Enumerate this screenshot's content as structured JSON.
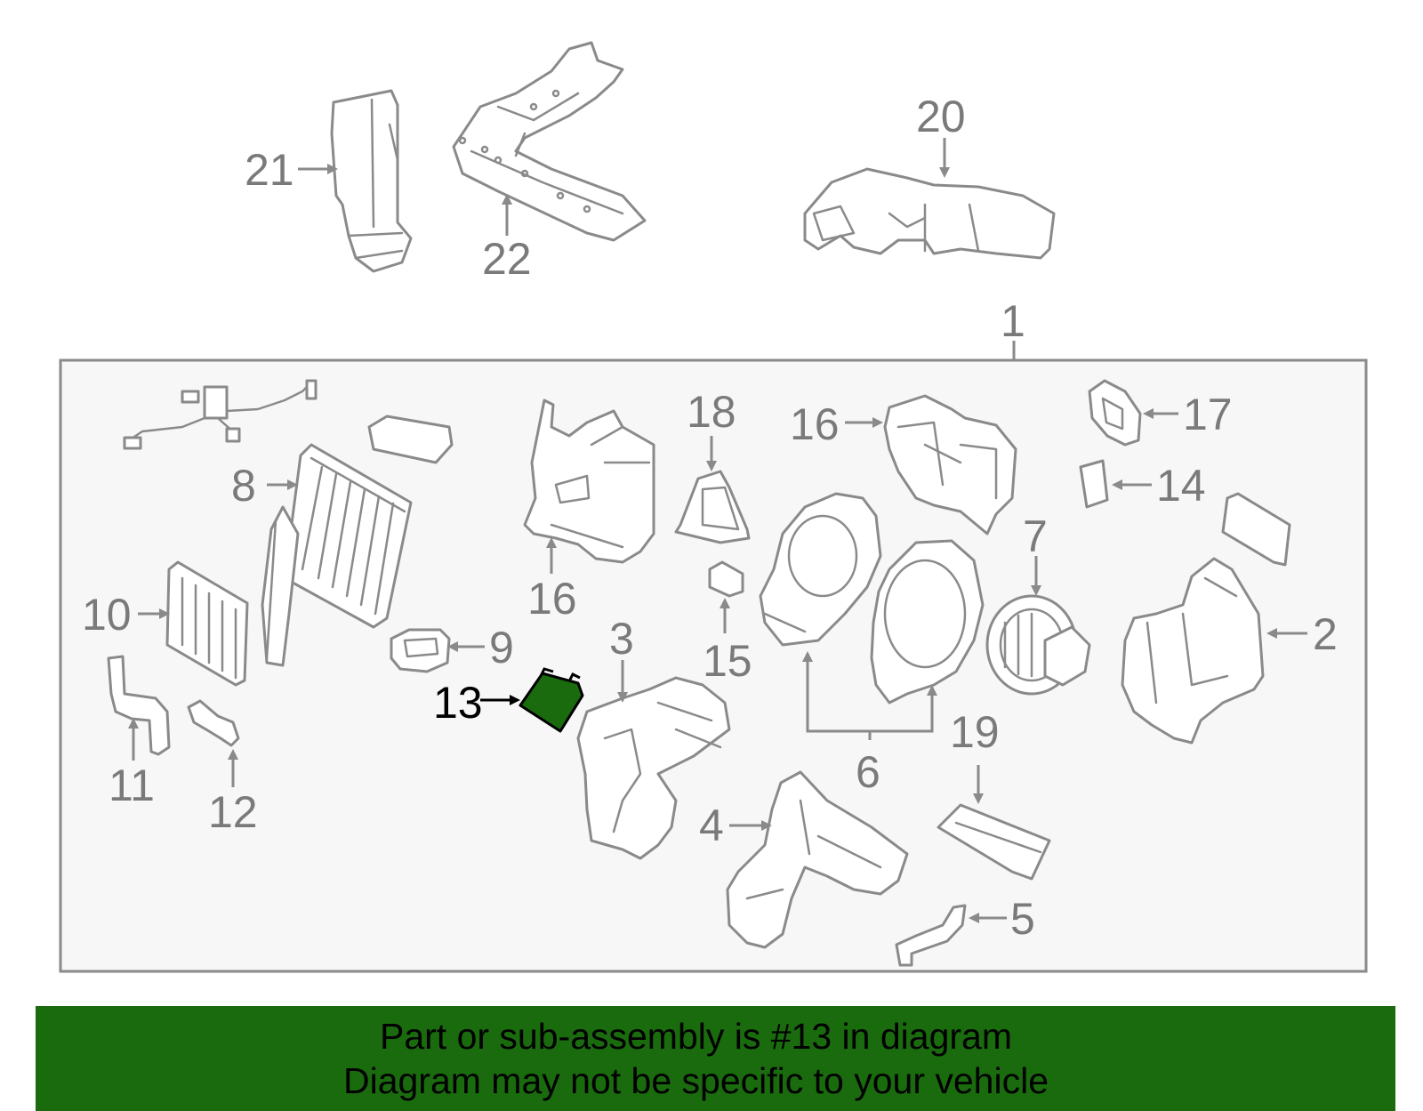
{
  "highlight_color": "#1a6b0e",
  "callouts": {
    "c1": "1",
    "c2": "2",
    "c3": "3",
    "c4": "4",
    "c5": "5",
    "c6": "6",
    "c7": "7",
    "c8": "8",
    "c9": "9",
    "c10": "10",
    "c11": "11",
    "c12": "12",
    "c13": "13",
    "c14": "14",
    "c15": "15",
    "c16a": "16",
    "c16b": "16",
    "c17": "17",
    "c18": "18",
    "c19": "19",
    "c20": "20",
    "c21": "21",
    "c22": "22"
  },
  "banner": {
    "line1": "Part or sub-assembly is #13 in diagram",
    "line2": "Diagram may not be specific to your vehicle"
  }
}
